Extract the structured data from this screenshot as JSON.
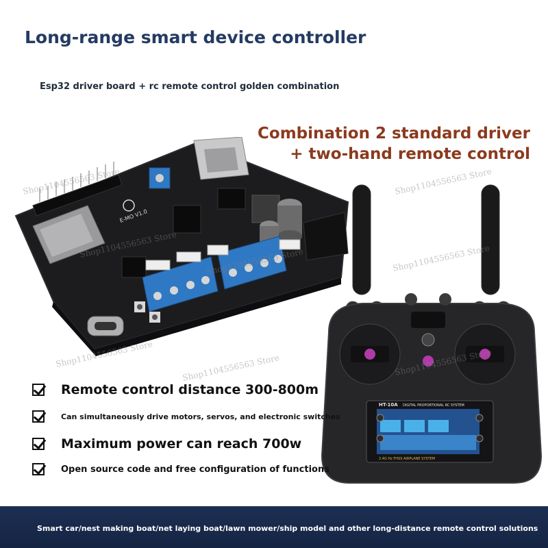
{
  "header": {
    "title": "Long-range smart device controller",
    "subtitle": "Esp32 driver board + rc remote control golden combination"
  },
  "combination": {
    "line1": "Combination 2 standard driver",
    "line2": "+ two-hand remote control"
  },
  "watermark": "Shop1104556563 Store",
  "board": {
    "silkscreen": "E-MO V1.0"
  },
  "remote": {
    "model": "HT-10A",
    "banner": "DIGITAL PROPORTIONAL RC SYSTEM",
    "footer_band": "2.4G Hz FHSS AIRPLANE SYSTEM"
  },
  "features": [
    {
      "text": "Remote control distance 300-800m"
    },
    {
      "text": "Can simultaneously drive motors, servos, and electronic switches"
    },
    {
      "text": "Maximum power can reach 700w"
    },
    {
      "text": "Open source code and free configuration of functions"
    }
  ],
  "footer": {
    "text": "Smart car/nest making boat/net laying boat/lawn mower/ship model and other long-distance remote control solutions"
  },
  "colors": {
    "title": "#243b63",
    "combination": "#8b3a1e",
    "footer_bg": "#1d2f52",
    "pcb": "#1c1c1e",
    "terminal_blue": "#2f78c4"
  }
}
